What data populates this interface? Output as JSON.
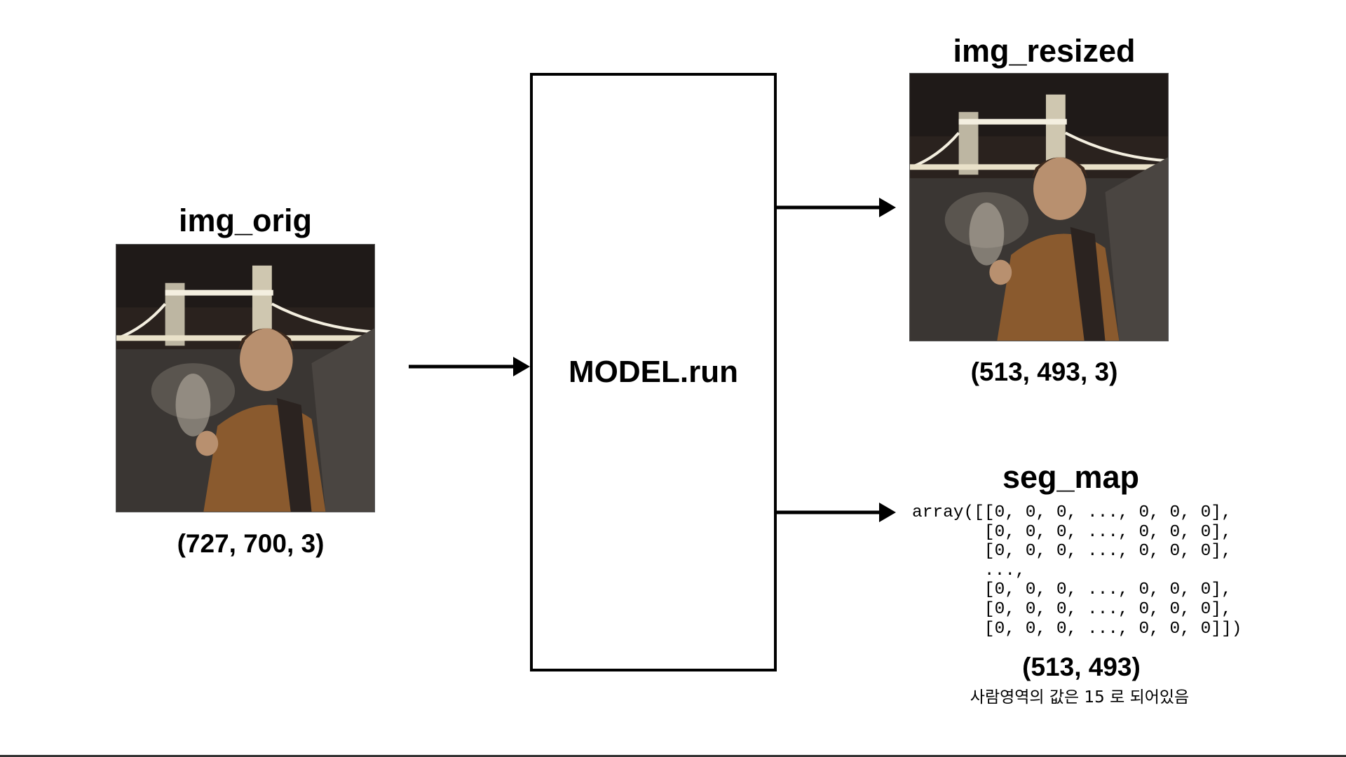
{
  "img_orig": {
    "title": "img_orig",
    "shape": "(727, 700, 3)"
  },
  "model": {
    "label": "MODEL.run"
  },
  "img_resized": {
    "title": "img_resized",
    "shape": "(513, 493, 3)"
  },
  "seg_map": {
    "title": "seg_map",
    "array_text": "array([[0, 0, 0, ..., 0, 0, 0],\n       [0, 0, 0, ..., 0, 0, 0],\n       [0, 0, 0, ..., 0, 0, 0],\n       ...,\n       [0, 0, 0, ..., 0, 0, 0],\n       [0, 0, 0, ..., 0, 0, 0],\n       [0, 0, 0, ..., 0, 0, 0]])",
    "shape": "(513, 493)",
    "note": "사람영역의 값은  15 로 되어있음"
  },
  "colors": {
    "line": "#000000",
    "night_sky": "#2a221e",
    "water": "#3a3633",
    "bridge_light": "#f4efe0",
    "coat": "#8a5a2e"
  }
}
